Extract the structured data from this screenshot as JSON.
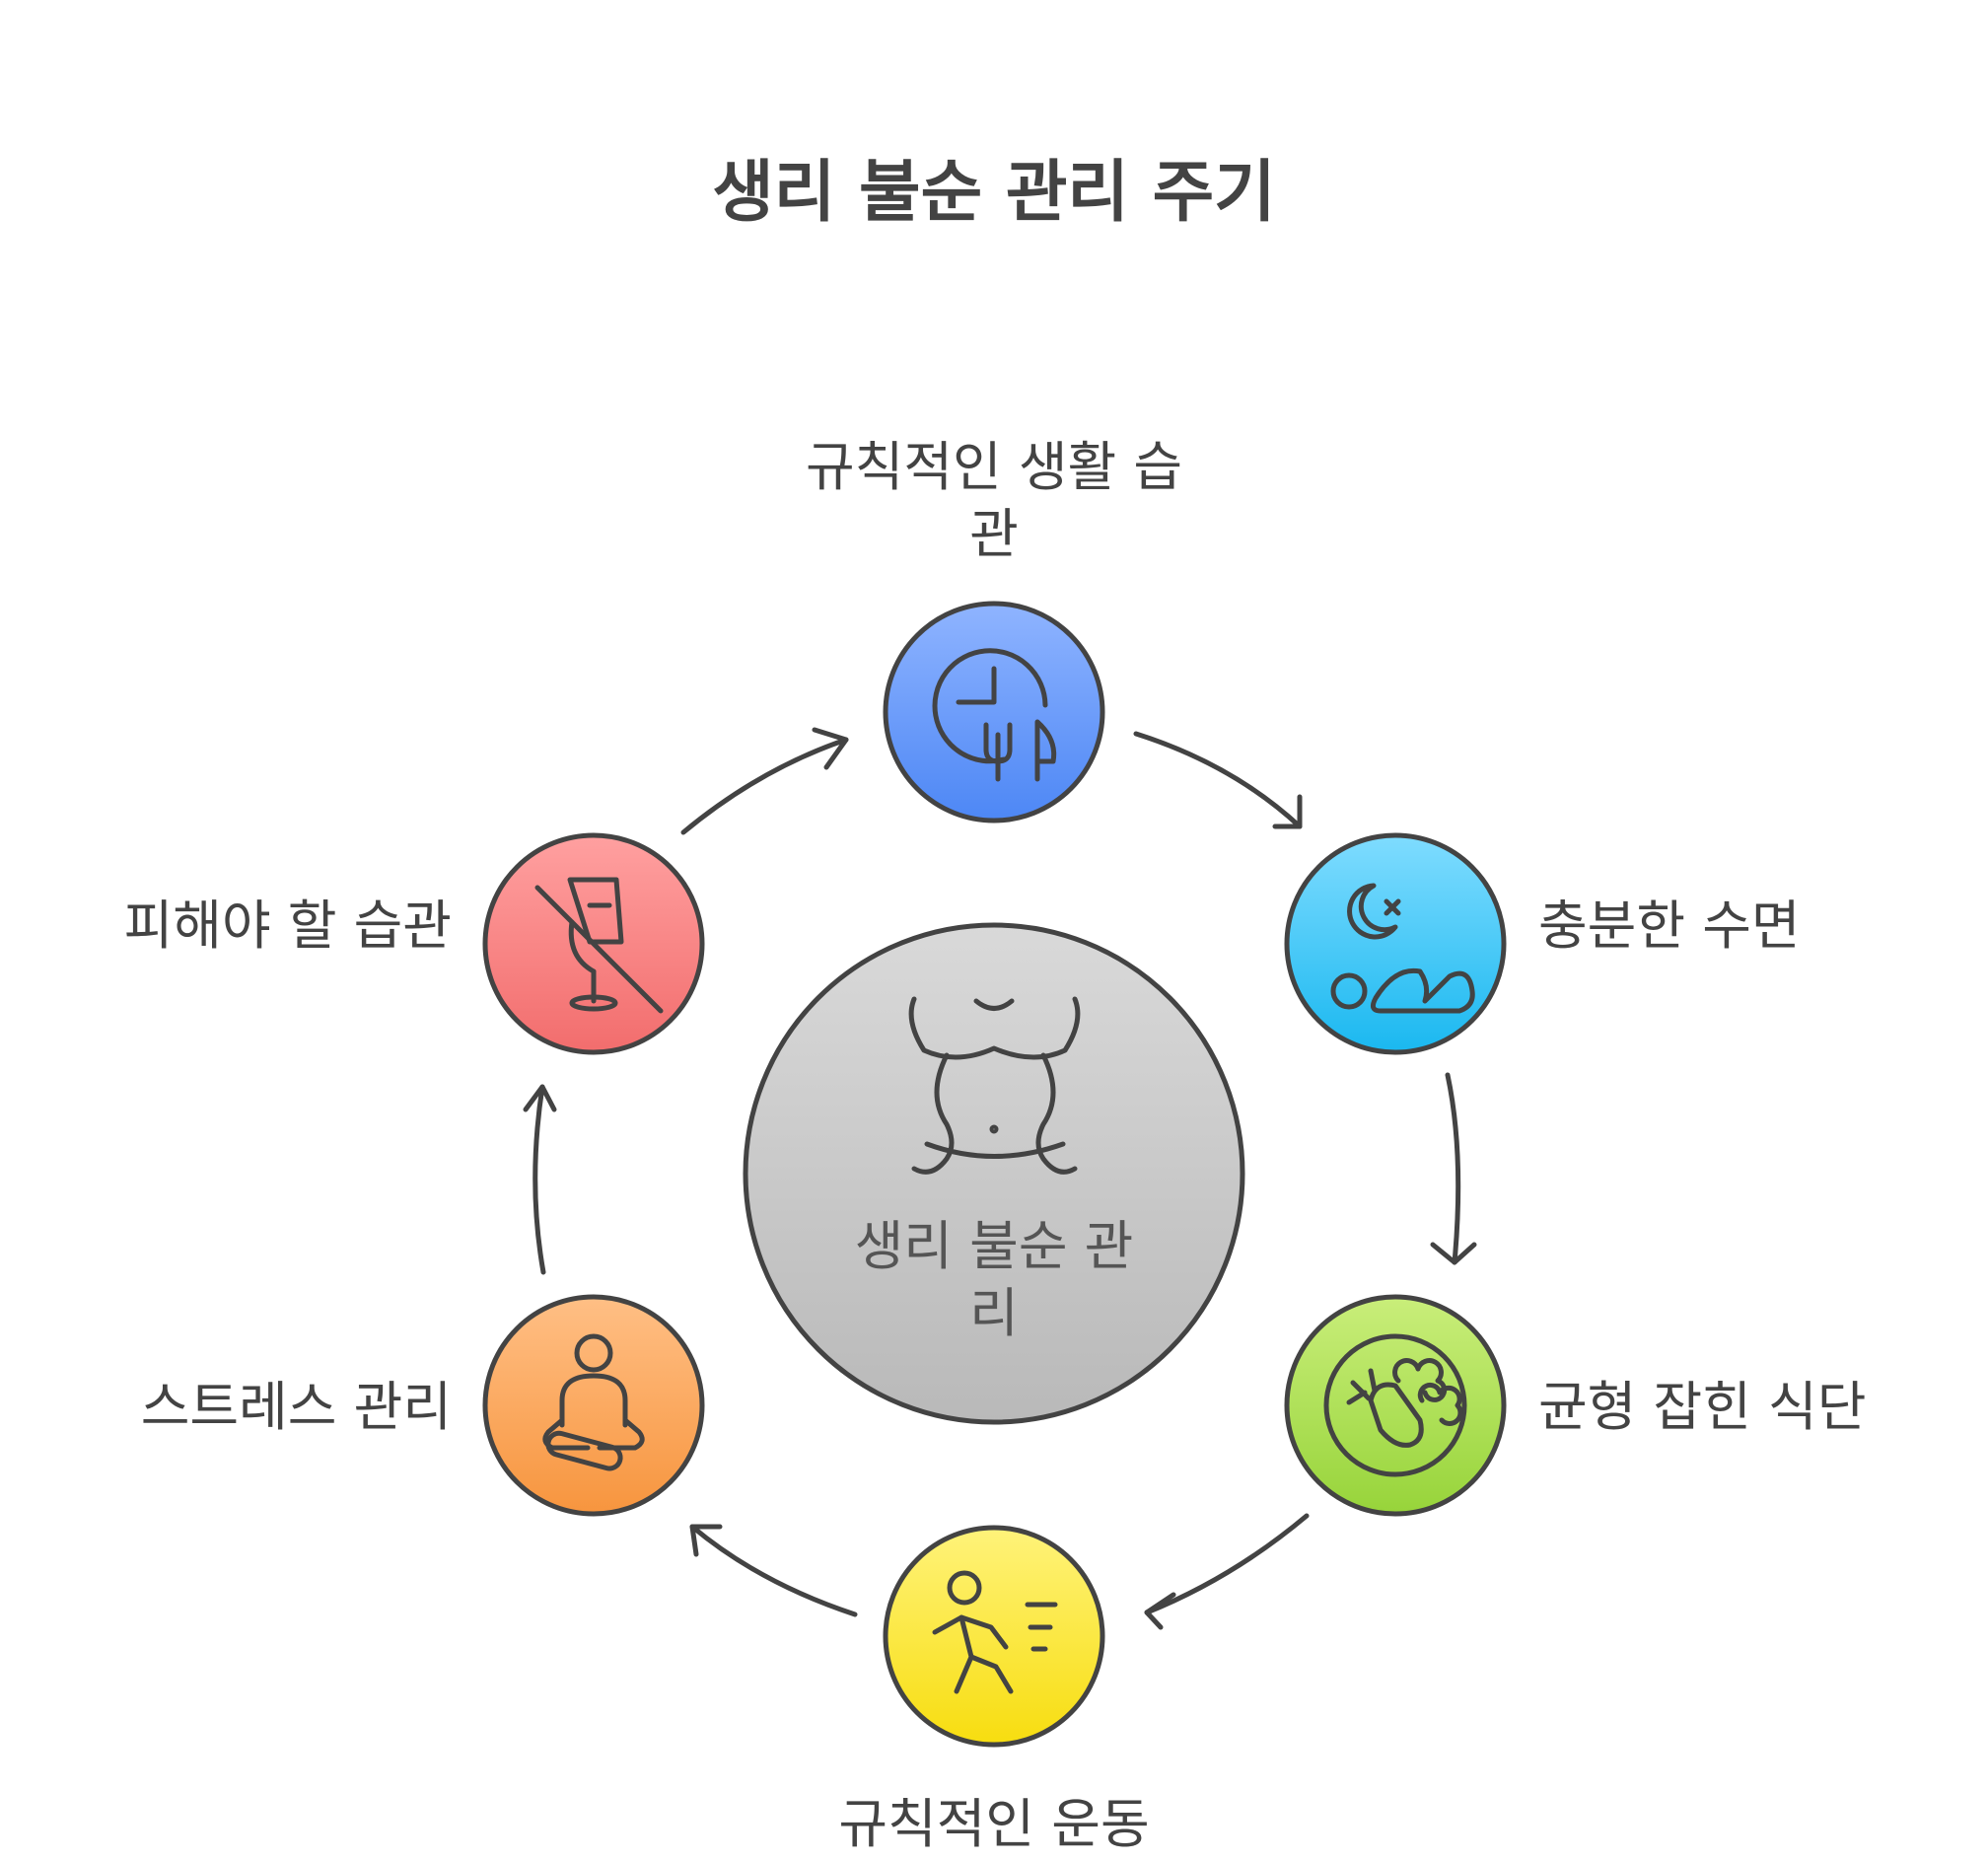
{
  "title": "생리 불순 관리 주기",
  "center": {
    "label_line1": "생리 불순 관",
    "label_line2": "리",
    "icon": "waist-body-icon",
    "color_top": "#d9d9d9",
    "color_bottom": "#b9b9b9"
  },
  "nodes": [
    {
      "id": "regular-life-habits",
      "label_line1": "규칙적인 생활 습",
      "label_line2": "관",
      "icon": "clock-utensils-icon",
      "color_top": "#8fb4ff",
      "color_bottom": "#4d87f5"
    },
    {
      "id": "sufficient-sleep",
      "label_line1": "충분한 수면",
      "label_line2": "",
      "icon": "sleep-moon-icon",
      "color_top": "#7fdcff",
      "color_bottom": "#1ab8f0"
    },
    {
      "id": "balanced-diet",
      "label_line1": "균형 잡힌 식단",
      "label_line2": "",
      "icon": "carrot-broccoli-plate-icon",
      "color_top": "#c9ee7a",
      "color_bottom": "#97d43a"
    },
    {
      "id": "regular-exercise",
      "label_line1": "규칙적인 운동",
      "label_line2": "",
      "icon": "running-person-icon",
      "color_top": "#fff37a",
      "color_bottom": "#f7dd0f"
    },
    {
      "id": "stress-management",
      "label_line1": "스트레스 관리",
      "label_line2": "",
      "icon": "meditation-icon",
      "color_top": "#ffbf85",
      "color_bottom": "#f7953e"
    },
    {
      "id": "habits-to-avoid",
      "label_line1": "피해야 할 습관",
      "label_line2": "",
      "icon": "no-alcohol-icon",
      "color_top": "#ffa0a0",
      "color_bottom": "#f26d6d"
    }
  ]
}
